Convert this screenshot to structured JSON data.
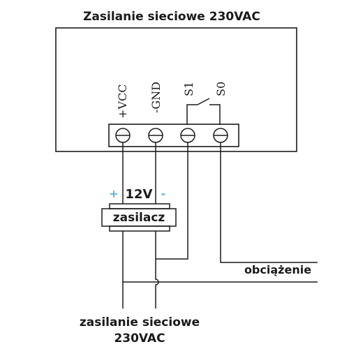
{
  "title": "Zasilanie sieciowe 230VAC",
  "terminals": {
    "vcc": "+VCC",
    "gnd": "-GND",
    "s1": "S1",
    "s0": "S0"
  },
  "supply": {
    "voltage": "12V",
    "plus": "+",
    "minus": "-",
    "name": "zasilacz"
  },
  "load_label": "obciążenie",
  "mains": {
    "line1": "zasilanie sieciowe",
    "line2": "230VAC"
  },
  "colors": {
    "line": "#1a1a1a",
    "plus": "#5bb4e5",
    "minus": "#5bb4e5",
    "background": "#ffffff"
  }
}
